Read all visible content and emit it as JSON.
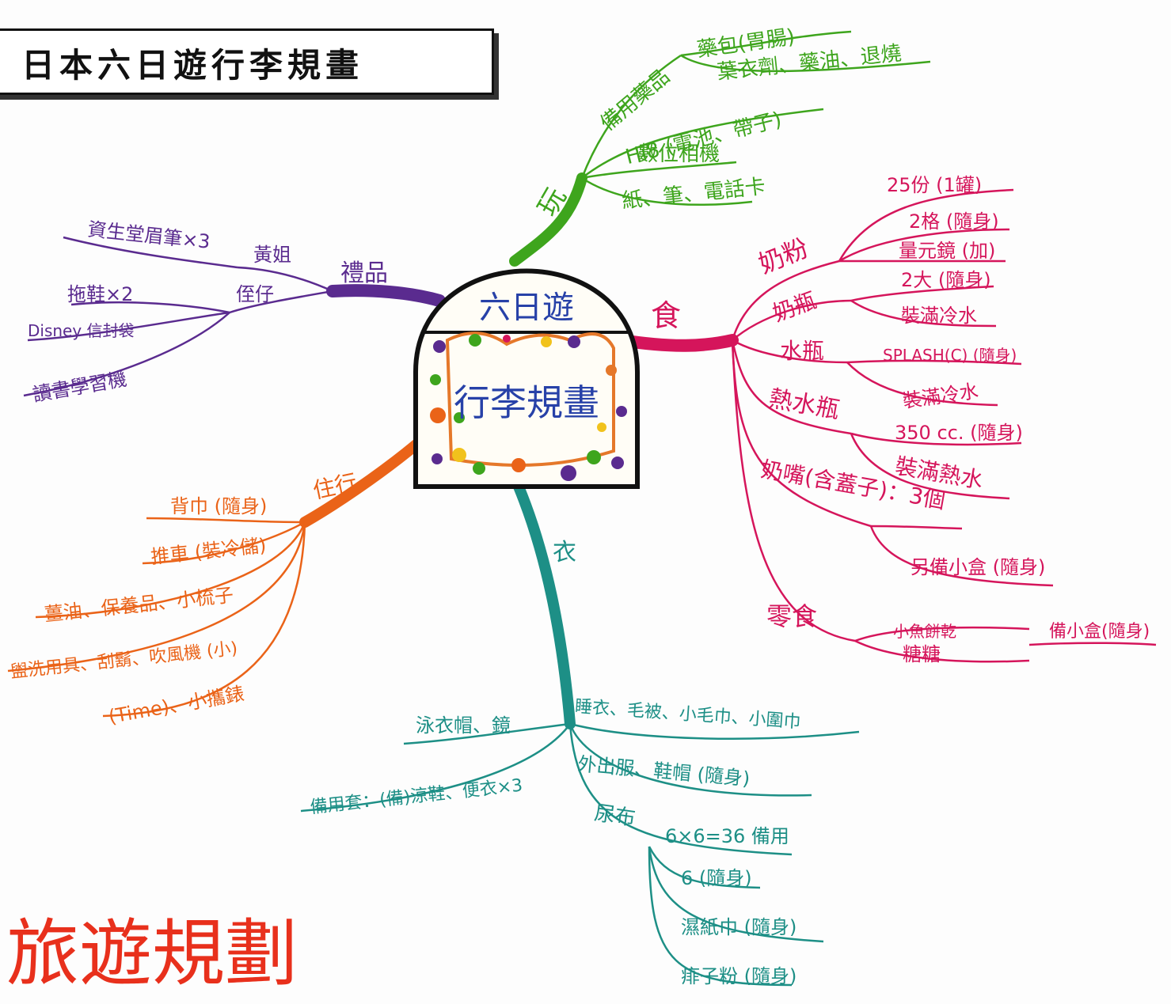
{
  "colors": {
    "green": "#3ea51d",
    "crimson": "#d5155b",
    "purple": "#5a2b8f",
    "orange": "#ea6318",
    "teal": "#1d8f86",
    "blue": "#2741a8",
    "red": "#e8301c"
  },
  "title": "日本六日遊行李規畫",
  "center": {
    "top_text": "六日遊",
    "bottom_text": "行李規畫"
  },
  "branches": {
    "play": {
      "label": "玩",
      "items": [
        "備用藥品",
        "藥包(胃腸)",
        "葉衣劑、藥油、退燒",
        "Hi8 (電池、帶子)",
        "數位相機",
        "紙、筆、電話卡"
      ]
    },
    "food": {
      "label": "食",
      "items": [
        "奶粉",
        "25份 (1罐)",
        "2格 (隨身)",
        "量元鏡 (加)",
        "奶瓶",
        "2大 (隨身)",
        "裝滿冷水",
        "水瓶",
        "SPLASH(C) (隨身)",
        "裝滿冷水",
        "熱水瓶",
        "350 cc. (隨身)",
        "裝滿熱水",
        "奶嘴(含蓋子)：3個",
        "另備小盒 (隨身)",
        "零食",
        "小魚餅乾",
        "糖糖",
        "備小盒(隨身)"
      ]
    },
    "gift": {
      "label": "禮品",
      "items": [
        "黃姐",
        "資生堂眉筆×3",
        "侄仔",
        "拖鞋×2",
        "Disney 信封袋",
        "讀書學習機"
      ]
    },
    "travel": {
      "label": "住行",
      "items": [
        "背巾 (隨身)",
        "推車 (裝冷儲)",
        "薑油、保養品、小梳子",
        "盥洗用具、刮鬍、吹風機 (小)",
        "(Time)、小攜錶"
      ]
    },
    "clothes": {
      "label": "衣",
      "items": [
        "泳衣帽、鏡",
        "備用套：(備)涼鞋、便衣×3",
        "睡衣、毛被、小毛巾、小圍巾",
        "外出服、鞋帽 (隨身)",
        "尿布",
        "6×6=36 備用",
        "6 (隨身)",
        "濕紙巾 (隨身)",
        "痱子粉 (隨身)"
      ]
    }
  },
  "footer": "旅遊規劃"
}
